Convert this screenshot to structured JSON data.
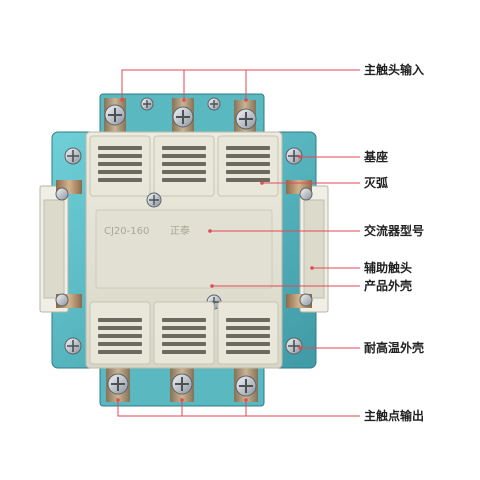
{
  "product": {
    "model_text": "CJ20-160",
    "brand_text": "正泰"
  },
  "callouts": [
    {
      "id": "main-input",
      "label": "主触头输入"
    },
    {
      "id": "base",
      "label": "基座"
    },
    {
      "id": "arc",
      "label": "灭弧"
    },
    {
      "id": "model",
      "label": "交流器型号"
    },
    {
      "id": "aux-contact",
      "label": "辅助触头"
    },
    {
      "id": "housing",
      "label": "产品外壳"
    },
    {
      "id": "heat-housing",
      "label": "耐高温外壳"
    },
    {
      "id": "main-output",
      "label": "主触点输出"
    }
  ],
  "colors": {
    "base": "#5ec3cc",
    "base_dark": "#3f9aa5",
    "housing": "#e6e4d6",
    "housing_shadow": "#cfcdbd",
    "vent": "#6b6a60",
    "callout_line": "#e24a55",
    "screw": "#c7ccd2",
    "copper": "#b9926a"
  }
}
